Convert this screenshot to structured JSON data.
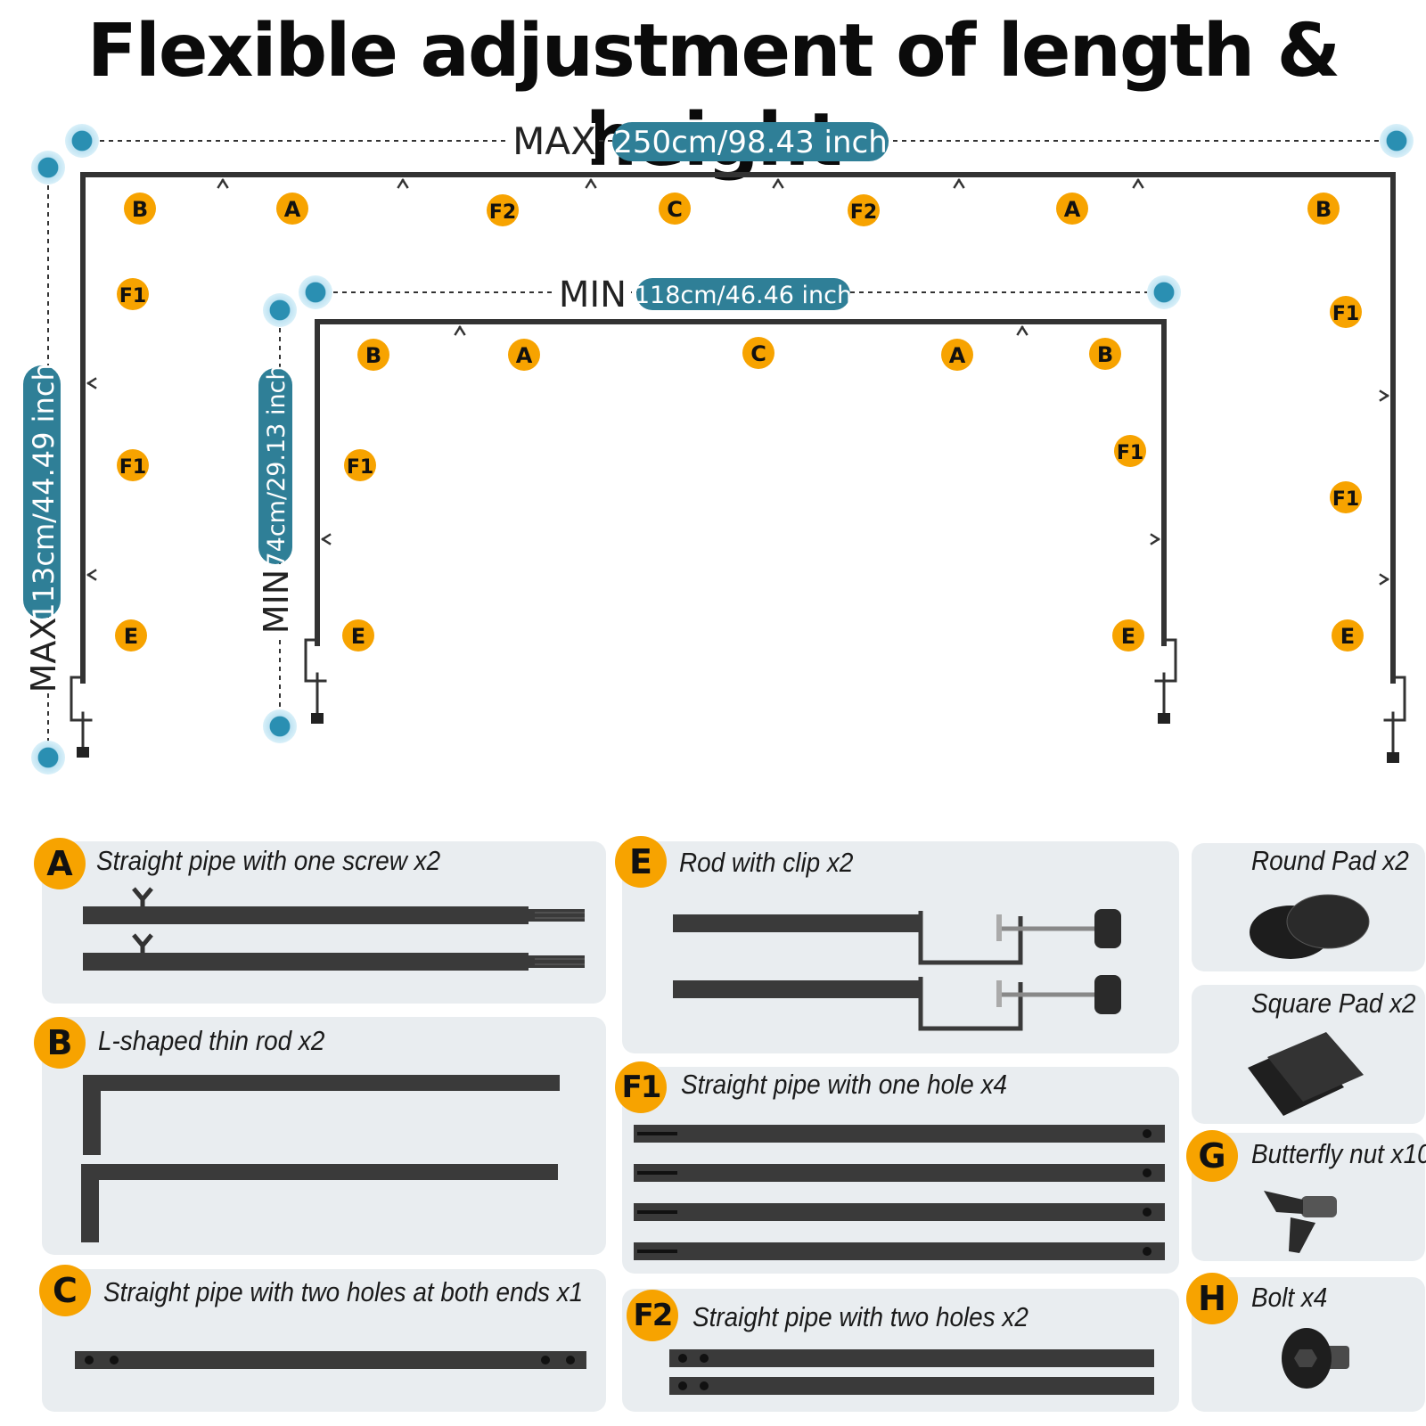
{
  "title": "Flexible adjustment of length & height",
  "max_frame": {
    "width_word": "MAX",
    "width_value": "250cm/98.43 inch",
    "height_word": "MAX",
    "height_value": "113cm/44.49 inch",
    "labels": [
      "B",
      "A",
      "F2",
      "C",
      "F2",
      "A",
      "B",
      "F1",
      "F1",
      "E",
      "F1",
      "F1",
      "E"
    ]
  },
  "min_frame": {
    "width_word": "MIN",
    "width_value": "118cm/46.46 inch",
    "height_word": "MIN",
    "height_value": "74cm/29.13 inch",
    "labels": [
      "B",
      "A",
      "C",
      "A",
      "B",
      "F1",
      "E",
      "F1",
      "E"
    ]
  },
  "parts": {
    "A": {
      "letter": "A",
      "label": "Straight pipe with one screw x2"
    },
    "B": {
      "letter": "B",
      "label": "L-shaped thin rod x2"
    },
    "C": {
      "letter": "C",
      "label": "Straight pipe with two holes at both ends x1"
    },
    "E": {
      "letter": "E",
      "label": "Rod with clip x2"
    },
    "F1": {
      "letter": "F1",
      "label": "Straight pipe with one hole x4"
    },
    "F2": {
      "letter": "F2",
      "label": "Straight pipe with two holes x2"
    },
    "round_pad": {
      "label": "Round Pad x2"
    },
    "square_pad": {
      "label": "Square Pad x2"
    },
    "G": {
      "letter": "G",
      "label": "Butterfly nut x10"
    },
    "H": {
      "letter": "H",
      "label": "Bolt x4"
    }
  },
  "colors": {
    "badge": "#f7a300",
    "dimension_pill": "#2f7f97",
    "dimension_dot": "#2a8fb2",
    "frame": "#333333",
    "panel": "#e9edf0"
  }
}
